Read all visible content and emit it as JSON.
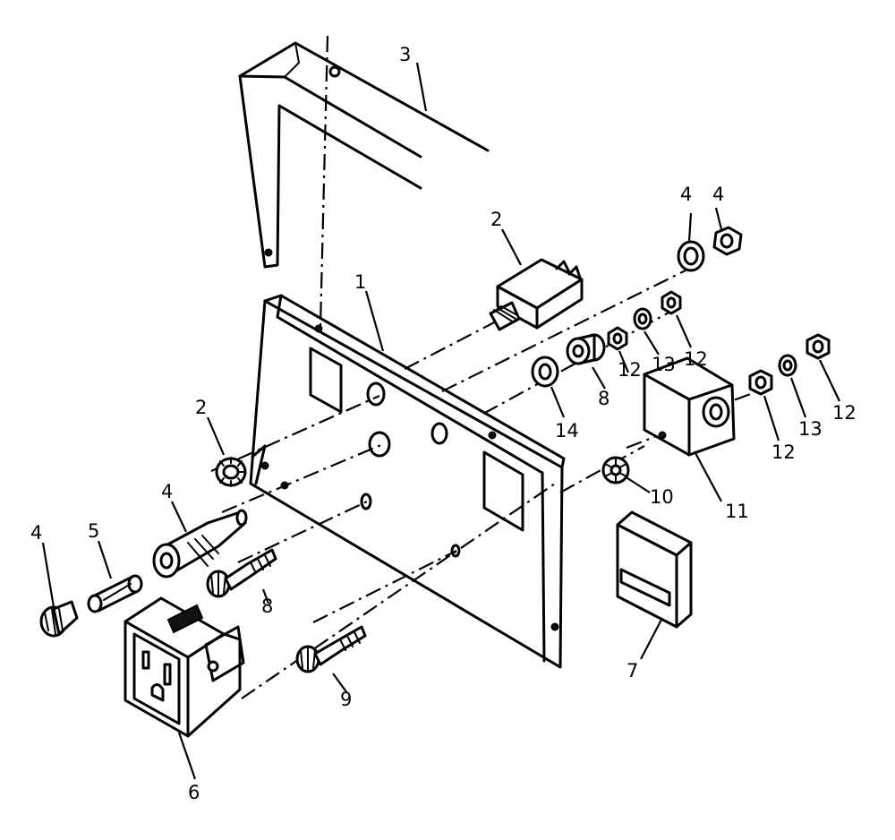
{
  "labels": {
    "bracket_3": "3",
    "switch_2": "2",
    "panel_1": "1",
    "nut_2": "2",
    "fuse_holder_4": "4",
    "fuse_5": "5",
    "fuse_cap_4": "4",
    "receptacle_6": "6",
    "screw_8_lower": "8",
    "screw_9": "9",
    "bushing_8": "8",
    "washer_14": "14",
    "washer_4a": "4",
    "nut_4b": "4",
    "nut_12a": "12",
    "washer_13a": "13",
    "nut_12b": "12",
    "nut_12c": "12",
    "washer_13b": "13",
    "nut_12d": "12",
    "lockwasher_10": "10",
    "bracket_11": "11",
    "clip_7": "7"
  }
}
